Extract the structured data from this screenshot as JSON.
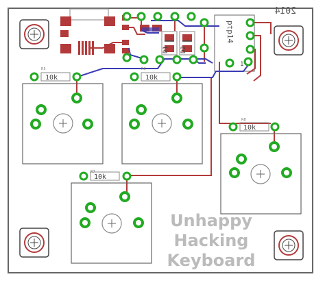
{
  "board": {
    "year_mark": "2014",
    "chip_label": "ptp14",
    "pin1_label": "1",
    "title_lines": [
      "Unhappy",
      "Hacking",
      "Keyboard"
    ]
  },
  "diodes": [
    {
      "label": "D1"
    },
    {
      "label": "D2"
    }
  ],
  "resistors": [
    {
      "id": "r-top-left",
      "value": "10k",
      "ref": "R5"
    },
    {
      "id": "r-top-mid",
      "value": "10k",
      "ref": "R6"
    },
    {
      "id": "r-right",
      "value": "10k",
      "ref": "R8"
    },
    {
      "id": "r-bottom",
      "value": "10k",
      "ref": "R7"
    }
  ],
  "colors": {
    "board_fill": "#ffffff",
    "board_edge": "#555555",
    "copper_top": "#b33a3a",
    "copper_bottom": "#3a3ab3",
    "pad": "#22aa22",
    "smd": "#b33a3a",
    "silkscreen": "#888888"
  }
}
